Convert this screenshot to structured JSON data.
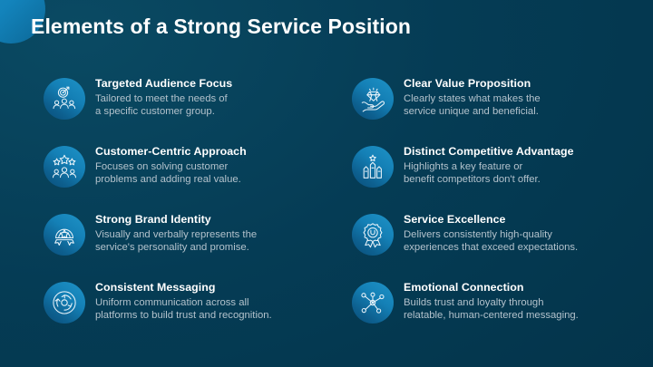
{
  "slide": {
    "title": "Elements of a Strong Service Position",
    "background_color": "#043a52",
    "accent_color": "#1b8fc4",
    "heading_color": "#ffffff",
    "body_color": "#b3c2cc"
  },
  "items": [
    {
      "icon": "target-audience-icon",
      "heading": "Targeted Audience Focus",
      "description": "Tailored to meet the needs of\na specific customer group."
    },
    {
      "icon": "gem-in-hand-icon",
      "heading": "Clear Value Proposition",
      "description": "Clearly states what makes the\nservice unique and beneficial."
    },
    {
      "icon": "star-rating-people-icon",
      "heading": "Customer-Centric Approach",
      "description": "Focuses on solving customer\nproblems and adding real value."
    },
    {
      "icon": "growth-arrows-star-icon",
      "heading": "Distinct Competitive Advantage",
      "description": "Highlights a key feature or\nbenefit competitors don't offer."
    },
    {
      "icon": "badge-ribbon-star-icon",
      "heading": "Strong Brand Identity",
      "description": "Visually and verbally represents the\nservice's personality and promise."
    },
    {
      "icon": "award-medal-icon",
      "heading": "Service Excellence",
      "description": "Delivers consistently high-quality\nexperiences that exceed expectations."
    },
    {
      "icon": "cycle-arrows-icon",
      "heading": "Consistent Messaging",
      "description": "Uniform communication across all\nplatforms to build trust and recognition."
    },
    {
      "icon": "network-nodes-icon",
      "heading": "Emotional Connection",
      "description": "Builds trust and loyalty through\nrelatable, human-centered messaging."
    }
  ]
}
